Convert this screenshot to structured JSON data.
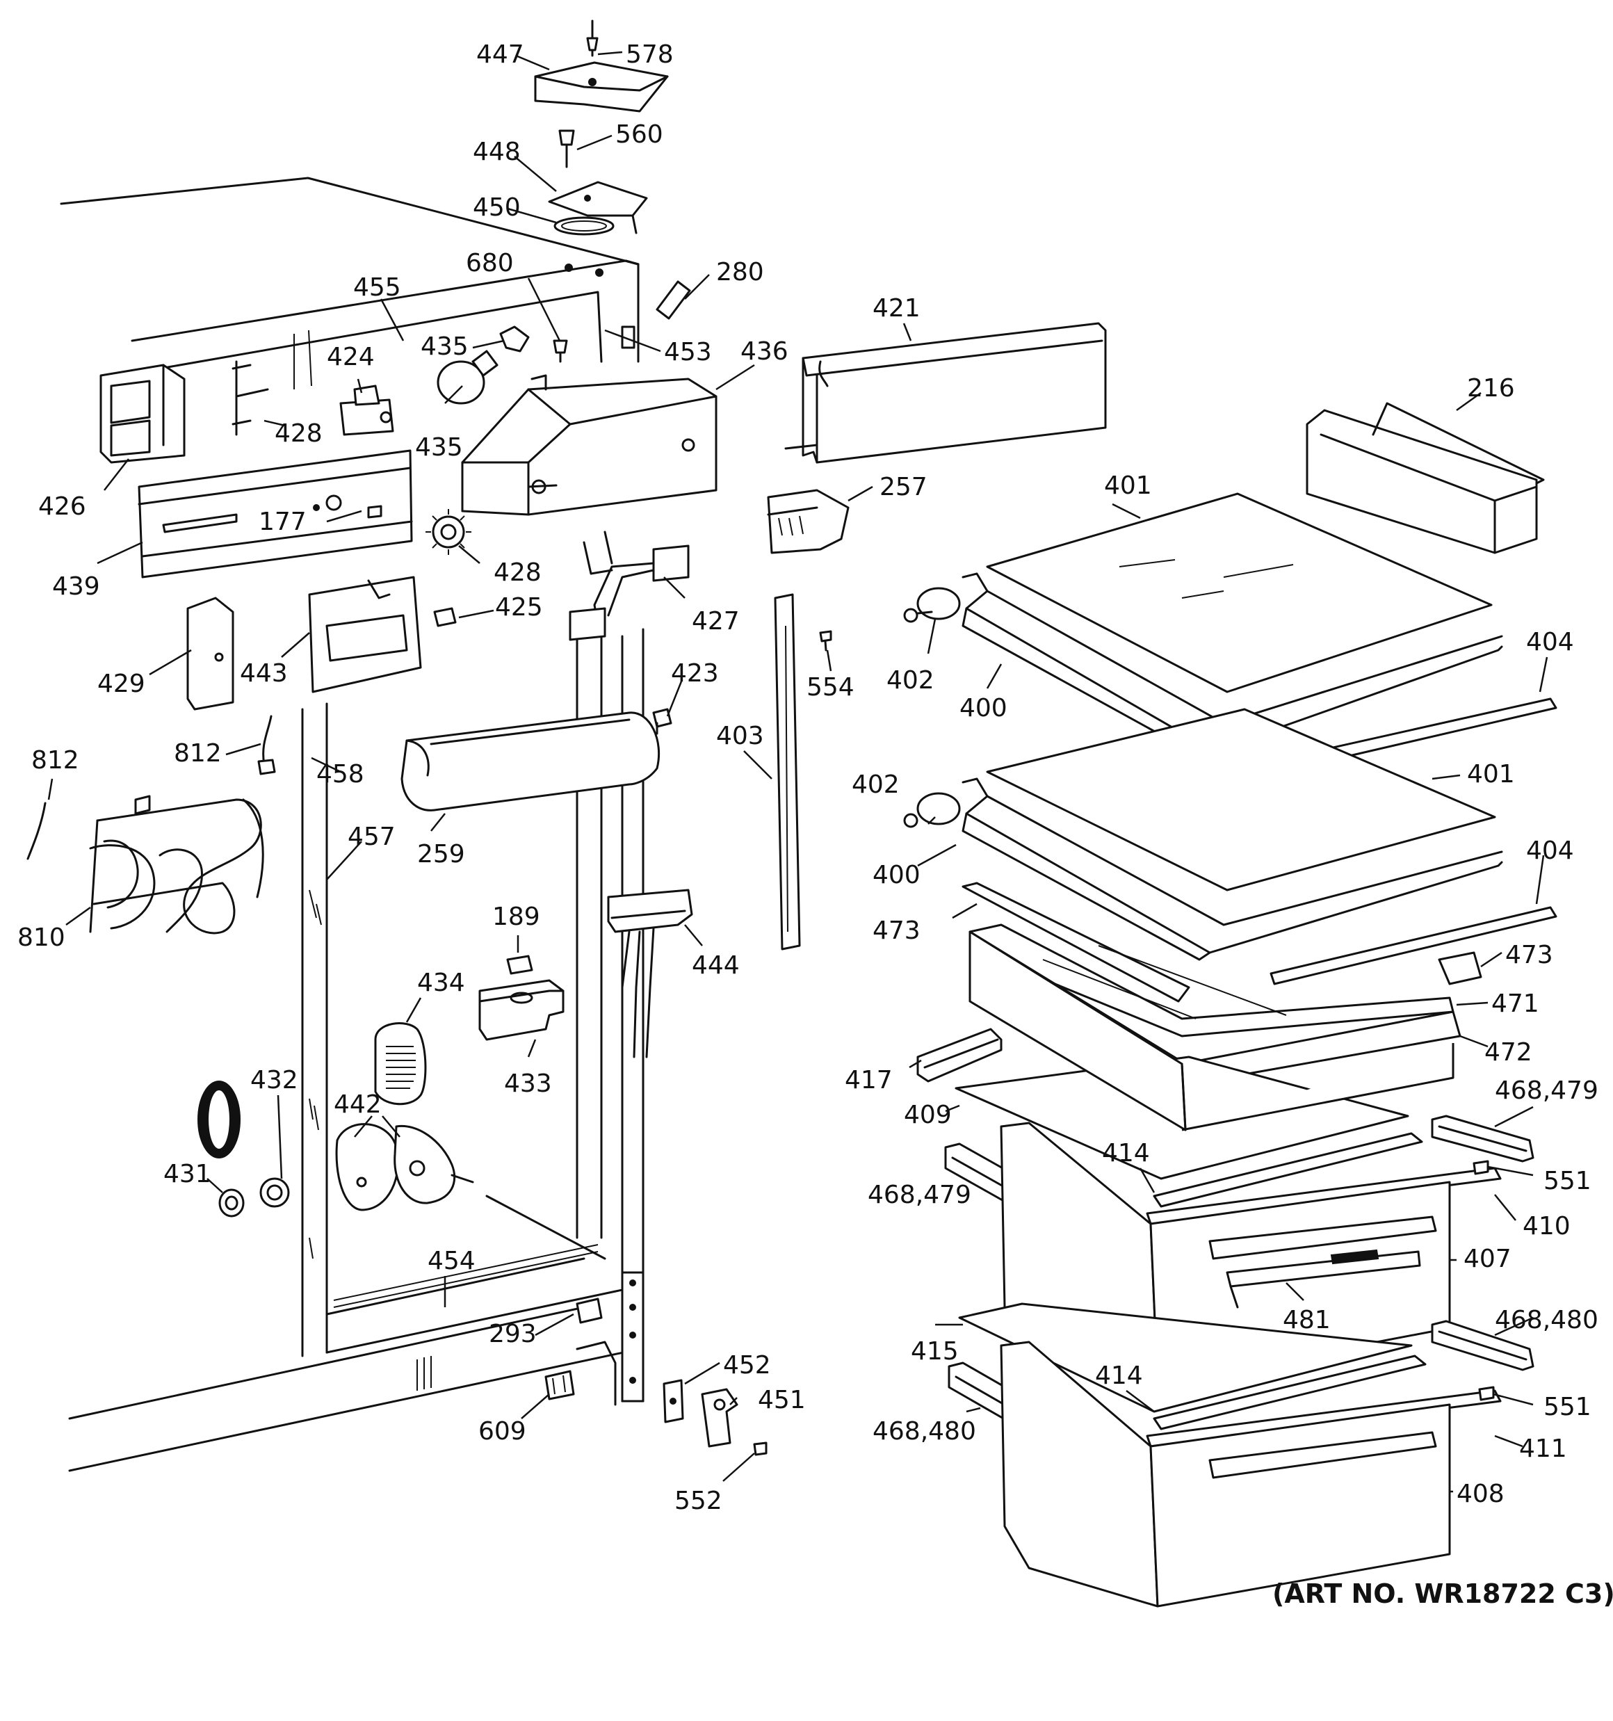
{
  "labels": {
    "p447": "447",
    "p578": "578",
    "p560": "560",
    "p448": "448",
    "p450": "450",
    "p680": "680",
    "p280": "280",
    "p455": "455",
    "p435a": "435",
    "p453": "453",
    "p424": "424",
    "p436": "436",
    "p421": "421",
    "p216": "216",
    "p428a": "428",
    "p435b": "435",
    "p426": "426",
    "p257": "257",
    "p401a": "401",
    "p177": "177",
    "p439": "439",
    "p428b": "428",
    "p425": "425",
    "p427": "427",
    "p429": "429",
    "p443": "443",
    "p423": "423",
    "p554": "554",
    "p402a": "402",
    "p400a": "400",
    "p404a": "404",
    "p812a": "812",
    "p812b": "812",
    "p458": "458",
    "p403": "403",
    "p402b": "402",
    "p401b": "401",
    "p457": "457",
    "p259": "259",
    "p400b": "400",
    "p404b": "404",
    "p473a": "473",
    "p810": "810",
    "p189": "189",
    "p444": "444",
    "p473b": "473",
    "p471": "471",
    "p434": "434",
    "p417": "417",
    "p472": "472",
    "p433": "433",
    "p432": "432",
    "p409": "409",
    "p468_479a": "468,479",
    "p442": "442",
    "p414a": "414",
    "p431": "431",
    "p468_479b": "468,479",
    "p551a": "551",
    "p410": "410",
    "p454": "454",
    "p407": "407",
    "p481": "481",
    "p468_480a": "468,480",
    "p293": "293",
    "p415": "415",
    "p452": "452",
    "p451": "451",
    "p414b": "414",
    "p551b": "551",
    "p609": "609",
    "p468_480b": "468,480",
    "p411": "411",
    "p552": "552",
    "p408": "408"
  },
  "art_number": "(ART NO. WR18722 C3)"
}
